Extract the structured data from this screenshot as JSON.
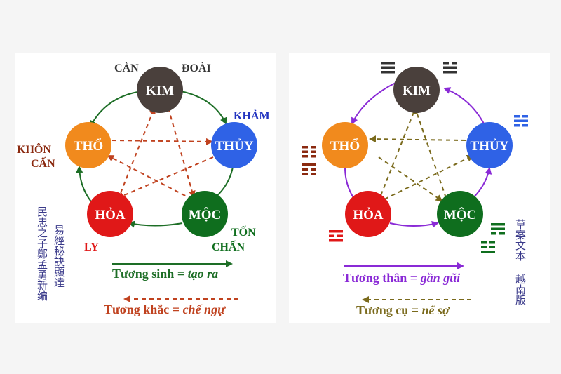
{
  "colors": {
    "background": "#f5f5f5",
    "panel": "#ffffff",
    "kim": "#4a403c",
    "thuy": "#2f62e6",
    "moc": "#0f6e1e",
    "hoa": "#e01818",
    "tho": "#f18a1d",
    "generate": "#1d6e26",
    "overcome": "#c0421f",
    "approach": "#8a2ad6",
    "fear": "#7a6a1c",
    "trigram_dark": "#333333"
  },
  "left": {
    "elements": {
      "kim": "KIM",
      "thuy": "THỦY",
      "moc": "MỘC",
      "hoa": "HỎA",
      "tho": "THỔ"
    },
    "labels": {
      "can": "CÀN",
      "doai": "ĐOÀI",
      "kham": "KHẢM",
      "khon": "KHÔN",
      "can2": "CẤN",
      "ton": "TỐN",
      "chan": "CHẤN",
      "ly": "LY"
    },
    "legend": {
      "generate_term": "Tương sinh = ",
      "generate_meaning": "tạo ra",
      "overcome_term": "Tương khắc = ",
      "overcome_meaning": "chế ngự"
    },
    "vertical_1": "民忠之子鄭孟勇新编",
    "vertical_2": "易經秘訣顯達"
  },
  "right": {
    "elements": {
      "kim": "KIM",
      "thuy": "THỦY",
      "moc": "MỘC",
      "hoa": "HỎA",
      "tho": "THỔ"
    },
    "legend": {
      "approach_term": "Tương thân = ",
      "approach_meaning": "gần gũi",
      "fear_term": "Tương cụ = ",
      "fear_meaning": "nể sợ"
    },
    "vertical_1": "草案文本",
    "vertical_2": "越南版",
    "trigrams": [
      {
        "name": "kim-left-trigram",
        "lines": [
          1,
          1,
          1
        ],
        "color": "#333333"
      },
      {
        "name": "kim-right-trigram",
        "lines": [
          0,
          1,
          1
        ],
        "color": "#333333"
      },
      {
        "name": "thuy-trigram",
        "lines": [
          0,
          1,
          0
        ],
        "color": "#2f62e6"
      },
      {
        "name": "tho-upper-trigram",
        "lines": [
          0,
          0,
          0
        ],
        "color": "#8b2a10"
      },
      {
        "name": "tho-lower-trigram",
        "lines": [
          1,
          0,
          0
        ],
        "color": "#8b2a10"
      },
      {
        "name": "hoa-trigram",
        "lines": [
          1,
          0,
          1
        ],
        "color": "#e01818"
      },
      {
        "name": "moc-upper-trigram",
        "lines": [
          1,
          1,
          0
        ],
        "color": "#0f6e1e"
      },
      {
        "name": "moc-lower-trigram",
        "lines": [
          0,
          0,
          1
        ],
        "color": "#0f6e1e"
      }
    ]
  }
}
